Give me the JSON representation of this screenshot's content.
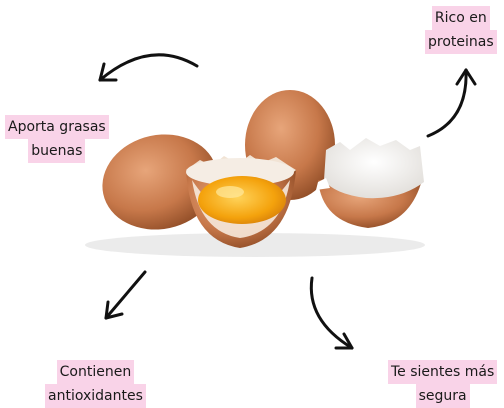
{
  "colors": {
    "highlight": "#f9d3e8",
    "text": "#1a1a1a",
    "arrow": "#111111",
    "egg_shell": "#c7784a",
    "yolk": "#f4a20c"
  },
  "labels": {
    "top_right": [
      "Rico en",
      "proteinas"
    ],
    "left": [
      "Aporta grasas",
      "buenas"
    ],
    "bottom_left": [
      "Contienen",
      "antioxidantes"
    ],
    "bottom_right": [
      "Te sientes más",
      "segura"
    ]
  },
  "icons": [
    "arrow-icon",
    "arrow-icon",
    "arrow-icon",
    "arrow-icon"
  ]
}
